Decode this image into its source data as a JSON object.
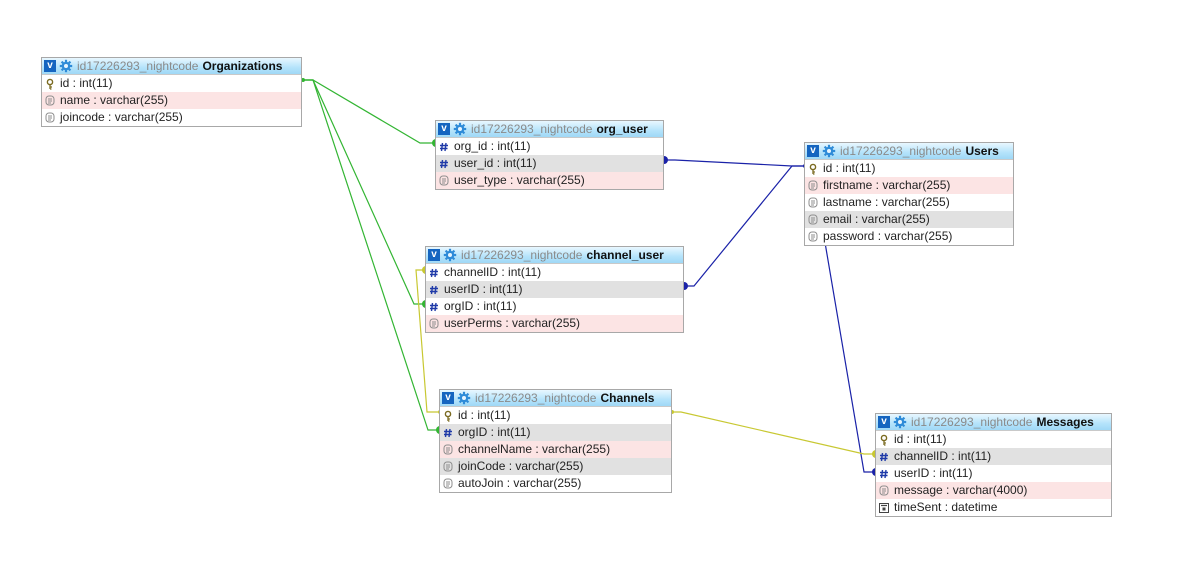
{
  "colors": {
    "org_link": "#33b533",
    "user_link": "#1a22a8",
    "channel_link": "#c8c832",
    "header_top": "#e9f7ff",
    "header_bottom": "#9fd8f6",
    "row_pink": "#fce4e4",
    "row_grey": "#e1e1e1"
  },
  "tables": {
    "organizations": {
      "db": "id17226293_nightcode",
      "name": "Organizations",
      "columns": [
        {
          "text": "id : int(11)",
          "icon": "key-icon"
        },
        {
          "text": "name : varchar(255)",
          "icon": "text-icon"
        },
        {
          "text": "joincode : varchar(255)",
          "icon": "text-icon"
        }
      ]
    },
    "org_user": {
      "db": "id17226293_nightcode",
      "name": "org_user",
      "columns": [
        {
          "text": "org_id : int(11)",
          "icon": "hash-icon"
        },
        {
          "text": "user_id : int(11)",
          "icon": "hash-icon"
        },
        {
          "text": "user_type : varchar(255)",
          "icon": "text-icon"
        }
      ]
    },
    "users": {
      "db": "id17226293_nightcode",
      "name": "Users",
      "columns": [
        {
          "text": "id : int(11)",
          "icon": "key-icon"
        },
        {
          "text": "firstname : varchar(255)",
          "icon": "text-icon"
        },
        {
          "text": "lastname : varchar(255)",
          "icon": "text-icon"
        },
        {
          "text": "email : varchar(255)",
          "icon": "text-icon"
        },
        {
          "text": "password : varchar(255)",
          "icon": "text-icon"
        }
      ]
    },
    "channel_user": {
      "db": "id17226293_nightcode",
      "name": "channel_user",
      "columns": [
        {
          "text": "channelID : int(11)",
          "icon": "hash-icon"
        },
        {
          "text": "userID : int(11)",
          "icon": "hash-icon"
        },
        {
          "text": "orgID : int(11)",
          "icon": "hash-icon"
        },
        {
          "text": "userPerms : varchar(255)",
          "icon": "text-icon"
        }
      ]
    },
    "channels": {
      "db": "id17226293_nightcode",
      "name": "Channels",
      "columns": [
        {
          "text": "id : int(11)",
          "icon": "key-icon"
        },
        {
          "text": "orgID : int(11)",
          "icon": "hash-icon"
        },
        {
          "text": "channelName : varchar(255)",
          "icon": "text-icon"
        },
        {
          "text": "joinCode : varchar(255)",
          "icon": "text-icon"
        },
        {
          "text": "autoJoin : varchar(255)",
          "icon": "text-icon"
        }
      ]
    },
    "messages": {
      "db": "id17226293_nightcode",
      "name": "Messages",
      "columns": [
        {
          "text": "id : int(11)",
          "icon": "key-icon"
        },
        {
          "text": "channelID : int(11)",
          "icon": "hash-icon"
        },
        {
          "text": "userID : int(11)",
          "icon": "hash-icon"
        },
        {
          "text": "message : varchar(4000)",
          "icon": "text-icon"
        },
        {
          "text": "timeSent : datetime",
          "icon": "date-icon"
        }
      ]
    }
  },
  "relations": [
    {
      "from": "org_user.org_id",
      "to": "Organizations.id",
      "color": "org_link"
    },
    {
      "from": "channel_user.orgID",
      "to": "Organizations.id",
      "color": "org_link"
    },
    {
      "from": "Channels.orgID",
      "to": "Organizations.id",
      "color": "org_link"
    },
    {
      "from": "org_user.user_id",
      "to": "Users.id",
      "color": "user_link"
    },
    {
      "from": "channel_user.userID",
      "to": "Users.id",
      "color": "user_link"
    },
    {
      "from": "Messages.userID",
      "to": "Users.id",
      "color": "user_link"
    },
    {
      "from": "channel_user.channelID",
      "to": "Channels.id",
      "color": "channel_link"
    },
    {
      "from": "Messages.channelID",
      "to": "Channels.id",
      "color": "channel_link"
    }
  ]
}
